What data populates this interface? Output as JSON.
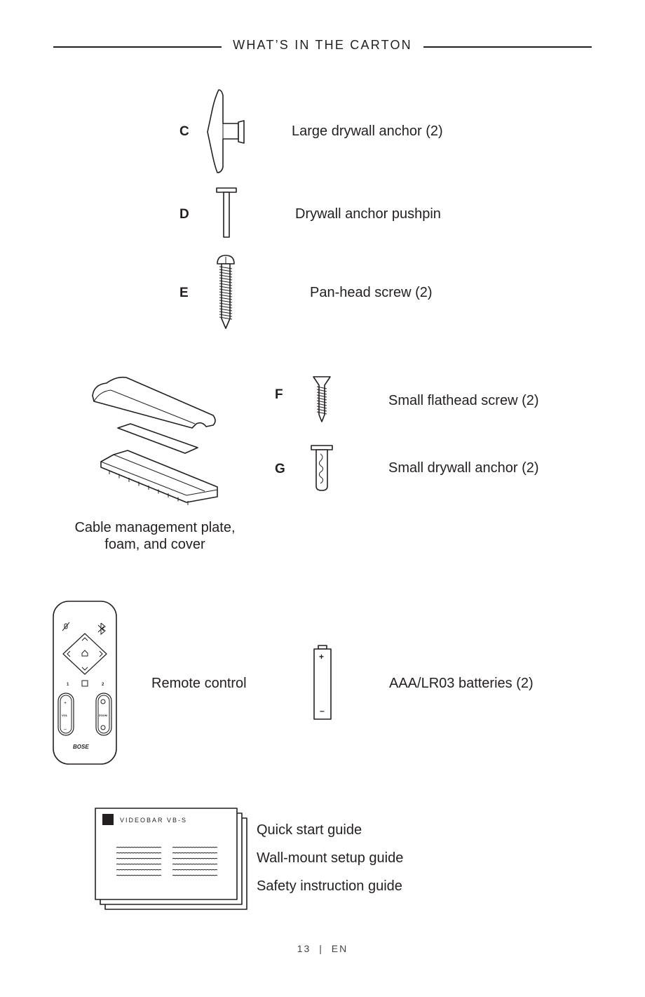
{
  "header": {
    "title": "WHAT’S IN THE CARTON"
  },
  "items": {
    "c": {
      "letter": "C",
      "label": "Large drywall anchor (2)",
      "icon": "large-drywall-anchor-icon"
    },
    "d": {
      "letter": "D",
      "label": "Drywall anchor pushpin",
      "icon": "pushpin-icon"
    },
    "e": {
      "letter": "E",
      "label": "Pan-head screw (2)",
      "icon": "pan-head-screw-icon"
    },
    "f": {
      "letter": "F",
      "label": "Small flathead screw (2)",
      "icon": "flathead-screw-icon"
    },
    "g": {
      "letter": "G",
      "label": "Small drywall anchor (2)",
      "icon": "small-drywall-anchor-icon"
    },
    "cable": {
      "line1": "Cable management plate,",
      "line2": "foam, and cover",
      "icon": "cable-management-icon"
    },
    "remote": {
      "label": "Remote control",
      "icon": "remote-control-icon",
      "btn1": "1",
      "btn2": "2",
      "vol": "VOL",
      "zoom": "ZOOM",
      "plus": "+",
      "minus": "–",
      "brand": "BOSE"
    },
    "batteries": {
      "label": "AAA/LR03 batteries (2)",
      "icon": "battery-icon",
      "plus": "+",
      "minus": "–"
    },
    "guides": {
      "cover_title": "VIDEOBAR VB-S",
      "icon": "guide-booklet-icon",
      "list": [
        "Quick start guide",
        "Wall-mount setup guide",
        "Safety instruction guide"
      ]
    }
  },
  "footer": {
    "page": "13",
    "separator": "|",
    "lang": "EN"
  },
  "colors": {
    "ink": "#231f20",
    "paper": "#ffffff"
  }
}
